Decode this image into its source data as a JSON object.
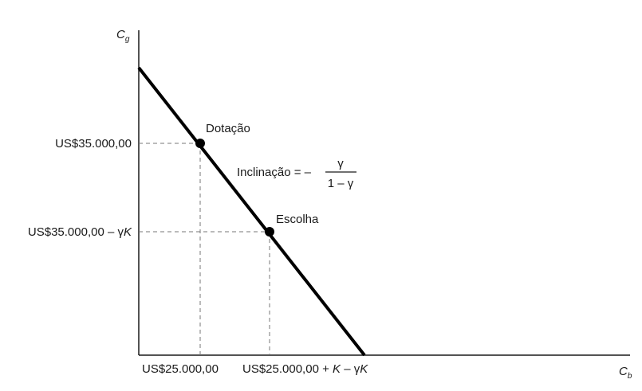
{
  "axes": {
    "y_label_main": "C",
    "y_label_sub": "g",
    "x_label_main": "C",
    "x_label_sub": "b"
  },
  "ticks": {
    "y_endowment": "US$35.000,00",
    "y_choice_prefix": "US$35.000,00 – ",
    "y_choice_gamma": "γ",
    "y_choice_k": "K",
    "x_endowment": "US$25.000,00",
    "x_choice_prefix": "US$25.000,00 + ",
    "x_choice_k1": "K",
    "x_choice_mid": " – ",
    "x_choice_gamma": "γ",
    "x_choice_k2": "K"
  },
  "points": {
    "endowment": "Dotação",
    "choice": "Escolha"
  },
  "slope": {
    "prefix": "Inclinação = –",
    "numerator": "γ",
    "denominator": "1 – γ"
  },
  "colors": {
    "line": "#000000",
    "axis": "#1a1a1a",
    "guide": "#777777"
  }
}
